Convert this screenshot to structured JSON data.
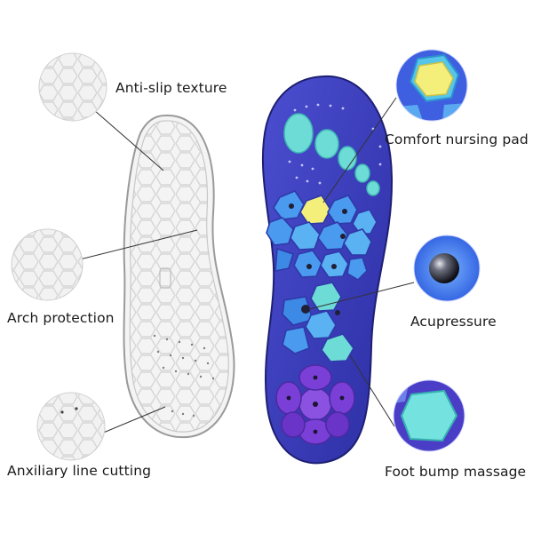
{
  "callouts": {
    "anti_slip": "Anti-slip texture",
    "arch": "Arch protection",
    "auxiliary": "Anxiliary line cutting",
    "comfort": "Comfort nursing pad",
    "acupressure": "Acupressure",
    "foot_bump": "Foot bump massage"
  },
  "colors": {
    "background": "#ffffff",
    "insole_white": "#f1f1f1",
    "insole_blue": "#3d3fb8",
    "cyan_pad": "#4fd3d6",
    "blue_pad": "#58a8f2",
    "yellow_pad": "#f3ef7a",
    "purple_pad": "#7a3fd6"
  }
}
